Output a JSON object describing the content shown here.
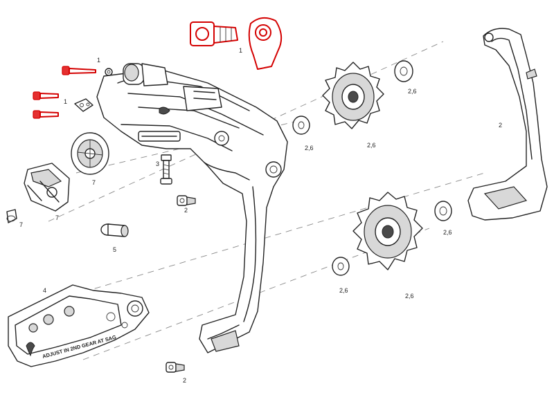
{
  "diagram": {
    "colors": {
      "highlight": "#d40000",
      "line": "#222222",
      "background": "#ffffff"
    },
    "labels": {
      "bolt_set_1": "1",
      "pin_set_1": "1",
      "hanger_1": "1",
      "cage_plate": "2",
      "cage_bolt_upper": "2",
      "cage_bolt_lower": "2",
      "limit_screw": "3",
      "chain_guide": "4",
      "guide_pin": "5",
      "washer_top": "2,6",
      "pulley_top": "2,6",
      "washer_top_outer": "2,6",
      "washer_bottom_outer": "2,6",
      "washer_bottom": "2,6",
      "pulley_bottom": "2,6",
      "cover_cap": "7",
      "clutch_cover": "7",
      "small_bolt": "7"
    },
    "guide_text": "ADJUST IN 2ND GEAR AT SAG"
  }
}
